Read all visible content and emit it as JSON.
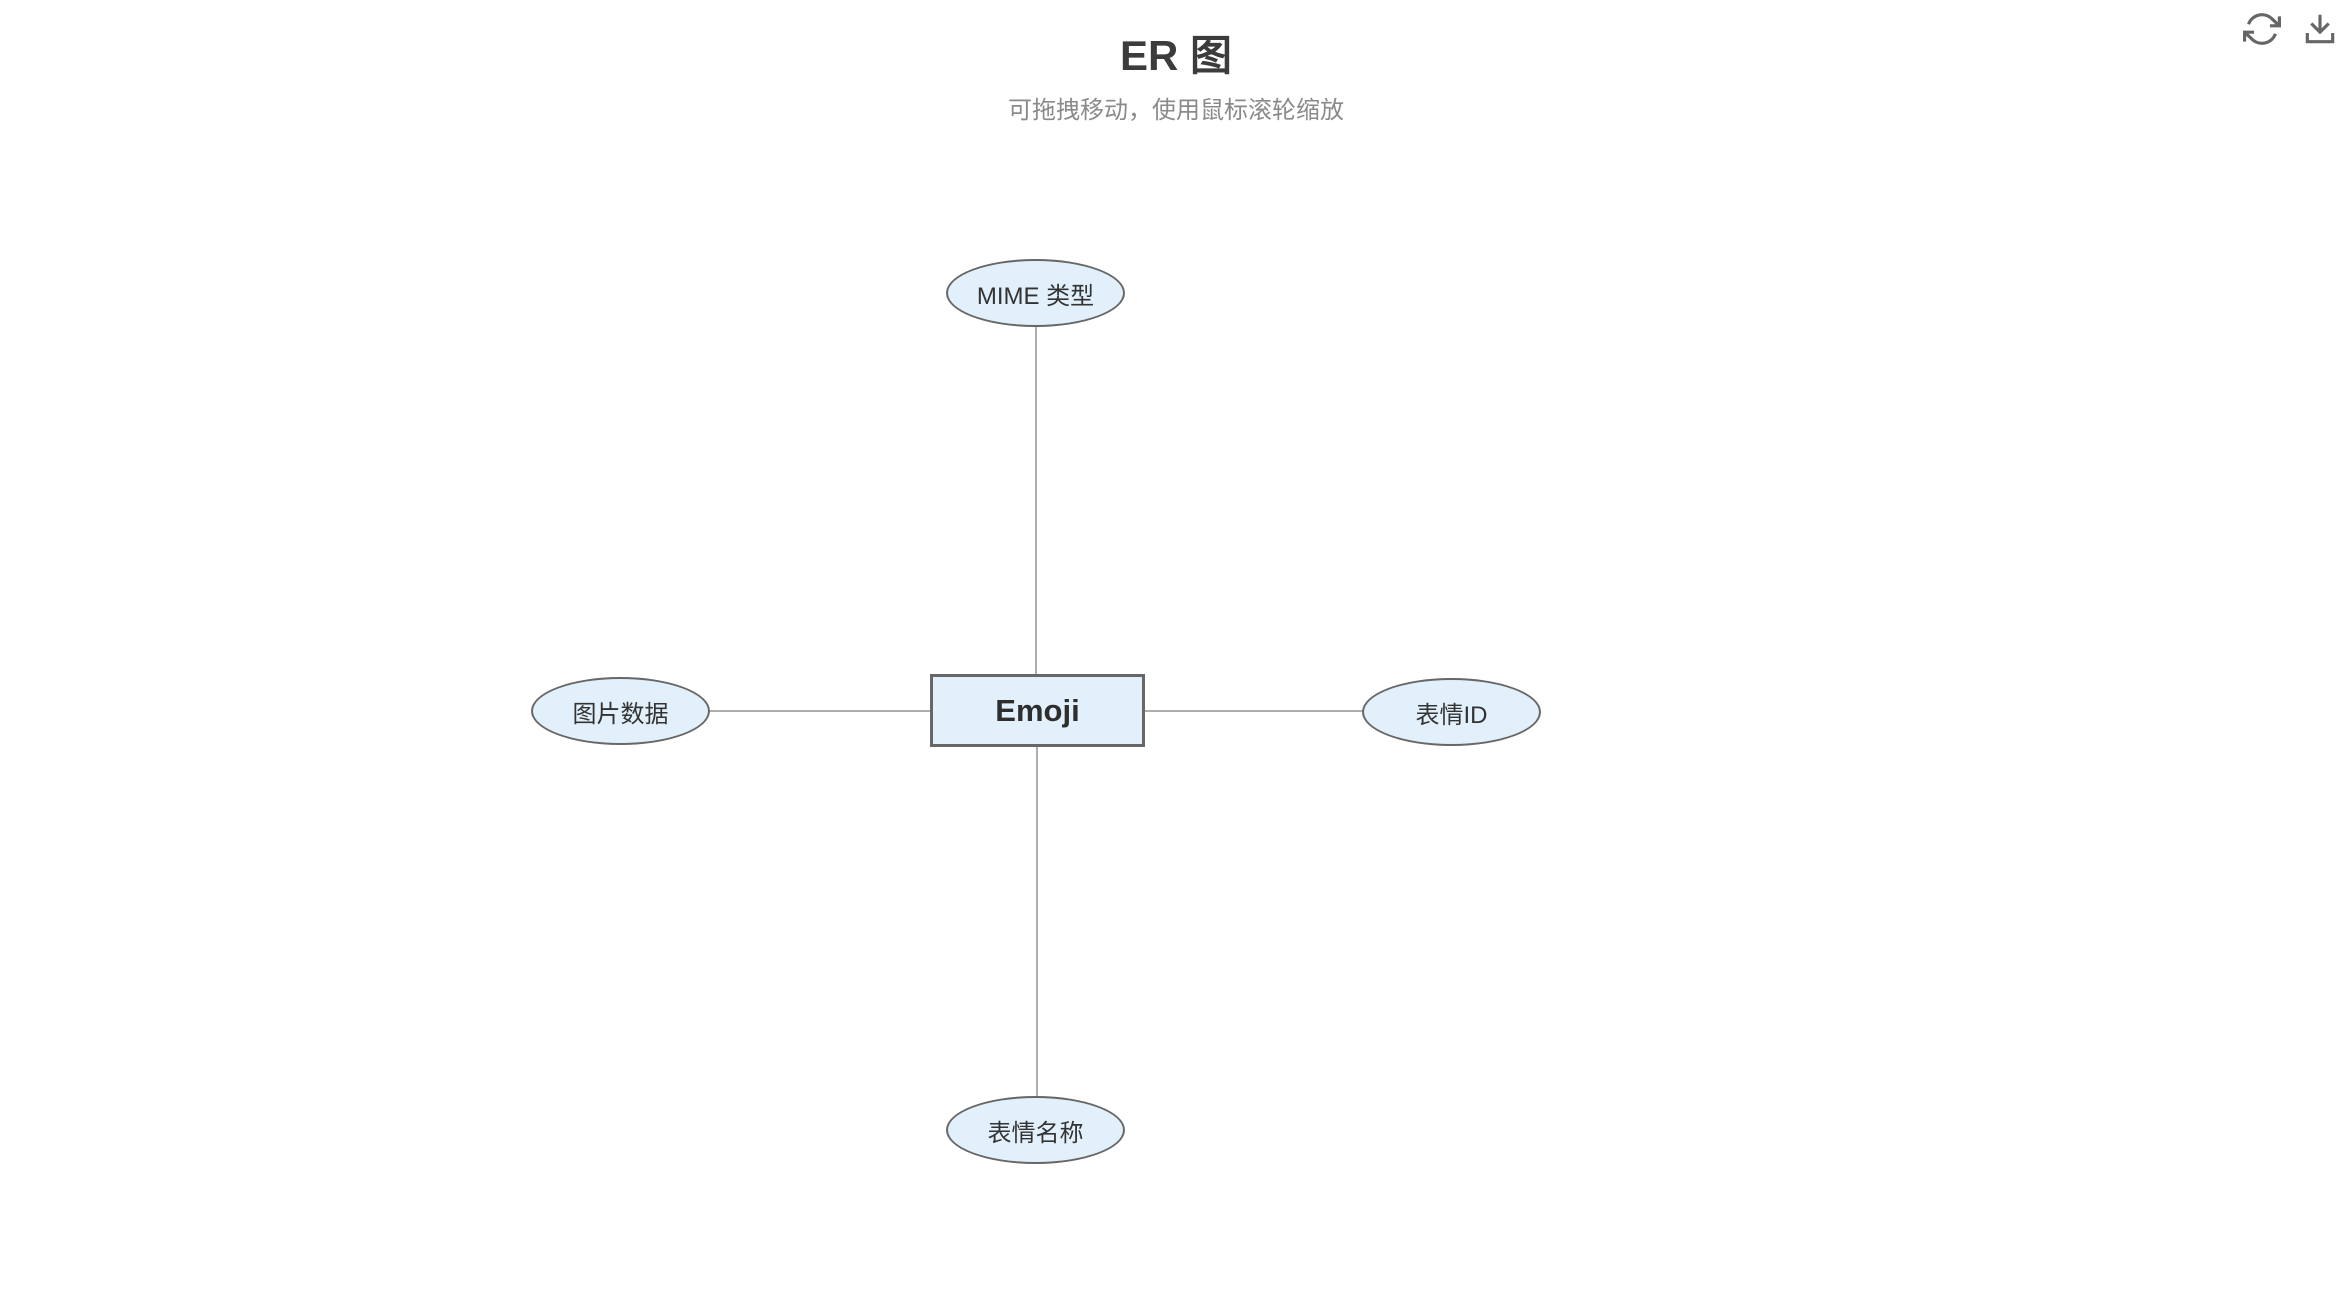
{
  "page": {
    "title": "ER 图",
    "subtitle": "可拖拽移动，使用鼠标滚轮缩放"
  },
  "toolbar": {
    "buttons": [
      {
        "name": "refresh",
        "icon": "refresh-icon"
      },
      {
        "name": "download",
        "icon": "download-icon"
      }
    ]
  },
  "diagram": {
    "entity": {
      "label": "Emoji",
      "shape": "rectangle"
    },
    "attributes": [
      {
        "label": "MIME 类型",
        "shape": "ellipse",
        "position": "top"
      },
      {
        "label": "图片数据",
        "shape": "ellipse",
        "position": "left"
      },
      {
        "label": "表情ID",
        "shape": "ellipse",
        "position": "right"
      },
      {
        "label": "表情名称",
        "shape": "ellipse",
        "position": "bottom"
      }
    ],
    "connections": [
      {
        "from": "Emoji",
        "to": "MIME 类型"
      },
      {
        "from": "Emoji",
        "to": "图片数据"
      },
      {
        "from": "Emoji",
        "to": "表情ID"
      },
      {
        "from": "Emoji",
        "to": "表情名称"
      }
    ]
  },
  "colors": {
    "node_fill": "#e2f0fb",
    "node_border": "#676767",
    "connector": "#aeaeae",
    "title_text": "#3c3c3c",
    "subtitle_text": "#8a8a8a",
    "icon": "#666666"
  }
}
